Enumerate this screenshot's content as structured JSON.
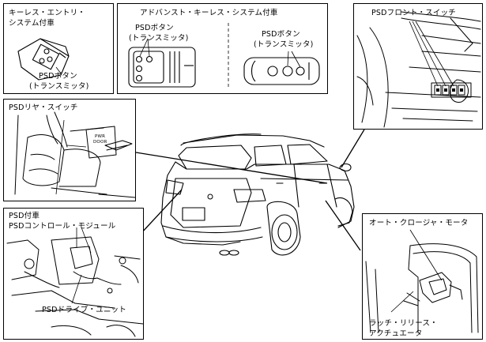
{
  "panels": {
    "keyless_entry": {
      "title_line1": "キーレス・エントリ・",
      "title_line2": "システム付車",
      "psd_button_line1": "PSDボタン",
      "psd_button_line2": "(トランスミッタ)"
    },
    "advanced_keyless": {
      "title": "アドバンスト・キーレス・システム付車",
      "left_psd_line1": "PSDボタン",
      "left_psd_line2": "(トランスミッタ)",
      "right_psd_line1": "PSDボタン",
      "right_psd_line2": "(トランスミッタ)"
    },
    "front_switch": {
      "title": "PSDフロント・スイッチ"
    },
    "rear_switch": {
      "title": "PSDリヤ・スイッチ",
      "switch_text_line1": "PWR",
      "switch_text_line2": "DOOR"
    },
    "control_module": {
      "title_line1": "PSD付車",
      "title_line2": "PSDコントロール・モジュール",
      "drive_unit": "PSDドライブ・ユニット"
    },
    "auto_closure": {
      "title": "オート・クロージャ・モータ",
      "latch_line1": "ラッチ・リリース・",
      "latch_line2": "アクチュエータ"
    }
  }
}
